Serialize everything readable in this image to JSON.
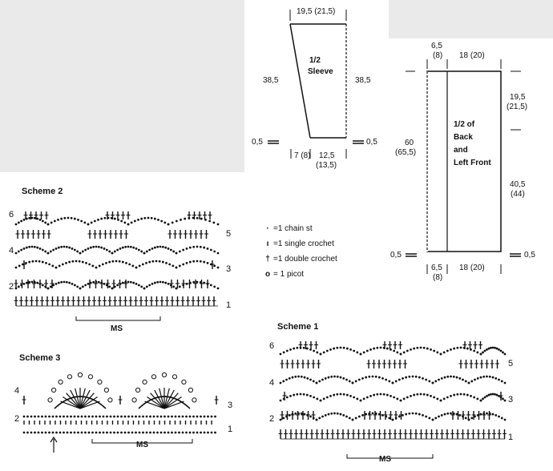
{
  "sleeve": {
    "top": "19,5 (21,5)",
    "label_line1": "1/2",
    "label_line2": "Sleeve",
    "left_height": "38,5",
    "right_height": "38,5",
    "left_small": "0,5",
    "right_small": "0,5",
    "bottom_left": "7 (8)",
    "bottom_right_1": "12,5",
    "bottom_right_2": "(13,5)"
  },
  "body": {
    "top_small_1": "6,5",
    "top_small_2": "(8)",
    "top_main": "18 (20)",
    "label_line1": "1/2 of",
    "label_line2": "Back",
    "label_line3": "and",
    "label_line4": "Left Front",
    "left_total_1": "60",
    "left_total_2": "(65,5)",
    "right_upper_1": "19,5",
    "right_upper_2": "(21,5)",
    "right_lower_1": "40,5",
    "right_lower_2": "(44)",
    "left_small": "0,5",
    "right_small": "0,5",
    "bottom_small_1": "6,5",
    "bottom_small_2": "(8)",
    "bottom_main": "18 (20)"
  },
  "legend": {
    "chain": "=1 chain st",
    "single": "=1 single crochet",
    "double": "=1 double crochet",
    "picot": "= 1 picot"
  },
  "scheme2": {
    "title": "Scheme 2",
    "ms": "MS",
    "rows_left": [
      "6",
      "4",
      "2"
    ],
    "rows_right": [
      "5",
      "3",
      "1"
    ]
  },
  "scheme3": {
    "title": "Scheme 3",
    "ms": "MS",
    "rows_left": [
      "4",
      "2"
    ],
    "rows_right": [
      "3",
      "1"
    ]
  },
  "scheme1": {
    "title": "Scheme 1",
    "ms": "MS",
    "rows_left": [
      "6",
      "4",
      "2"
    ],
    "rows_right": [
      "5",
      "3",
      "1"
    ]
  }
}
